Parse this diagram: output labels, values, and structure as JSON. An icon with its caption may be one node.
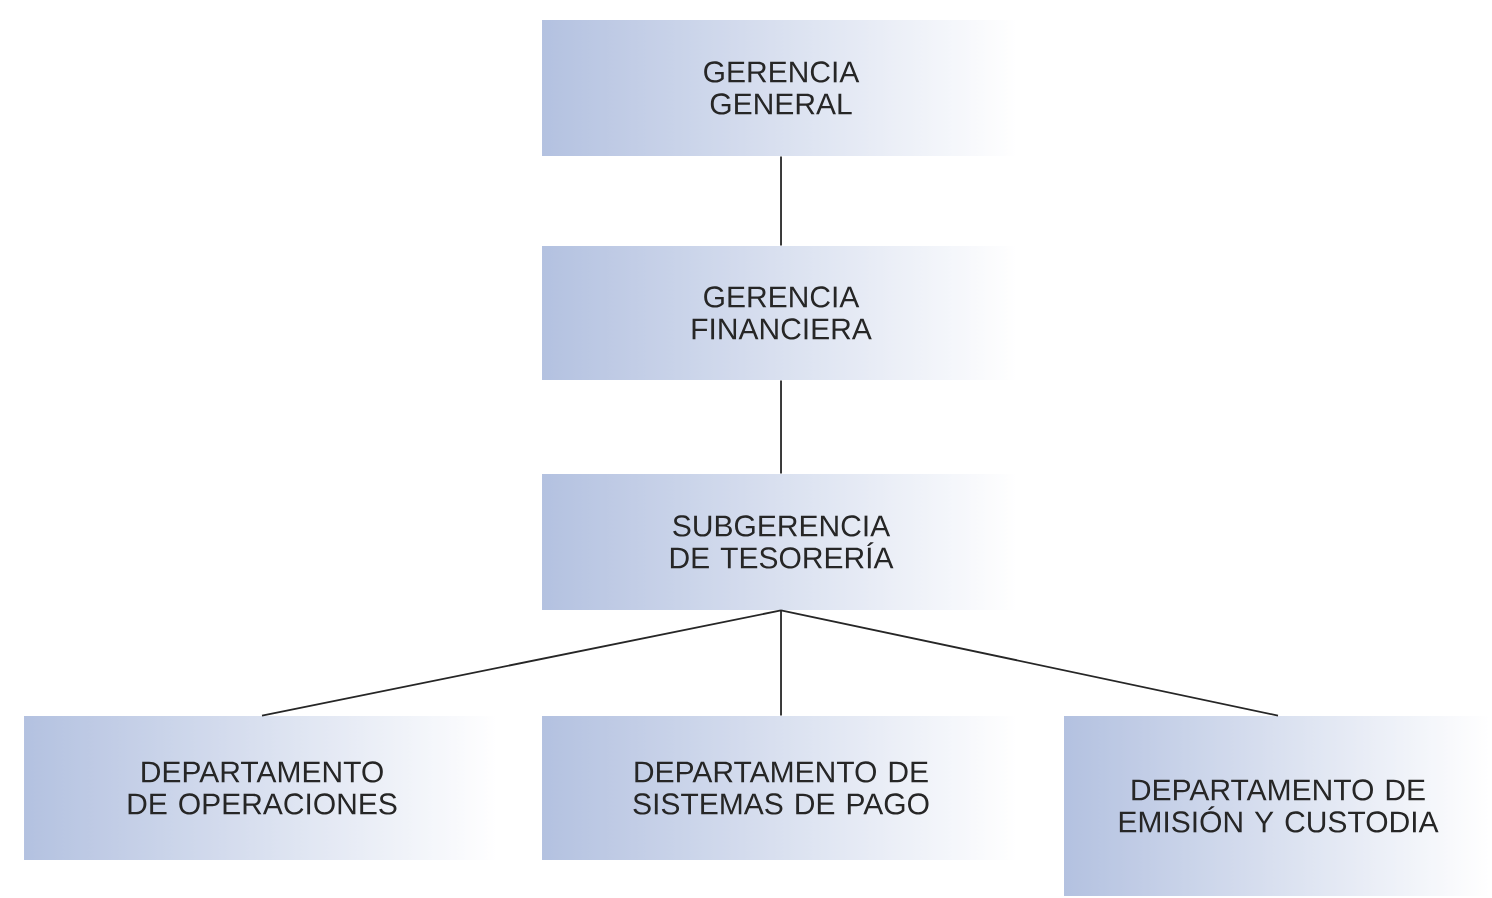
{
  "diagram": {
    "nodes": [
      {
        "text": [
          "GERENCIA GENERAL"
        ]
      },
      {
        "text": [
          "GERENCIA FINANCIERA"
        ]
      },
      {
        "text": [
          "SUBGERENCIA DE TESORERÍA"
        ]
      },
      {
        "text": [
          "DEPARTAMENTO DE OPERACIONES"
        ]
      },
      {
        "text": [
          "DEPARTAMENTO DE SISTEMAS DE PAGO"
        ]
      },
      {
        "text": [
          "DEPARTAMENTO DE EMISIÓN Y CUSTODIA"
        ]
      }
    ],
    "edges": [
      {
        "from": 0,
        "to": 1,
        "arrow": "none"
      },
      {
        "from": 1,
        "to": 2,
        "arrow": "none"
      },
      {
        "from": 2,
        "to": 3,
        "arrow": "none"
      },
      {
        "from": 2,
        "to": 4,
        "arrow": "none"
      },
      {
        "from": 2,
        "to": 5,
        "arrow": "none"
      }
    ]
  }
}
